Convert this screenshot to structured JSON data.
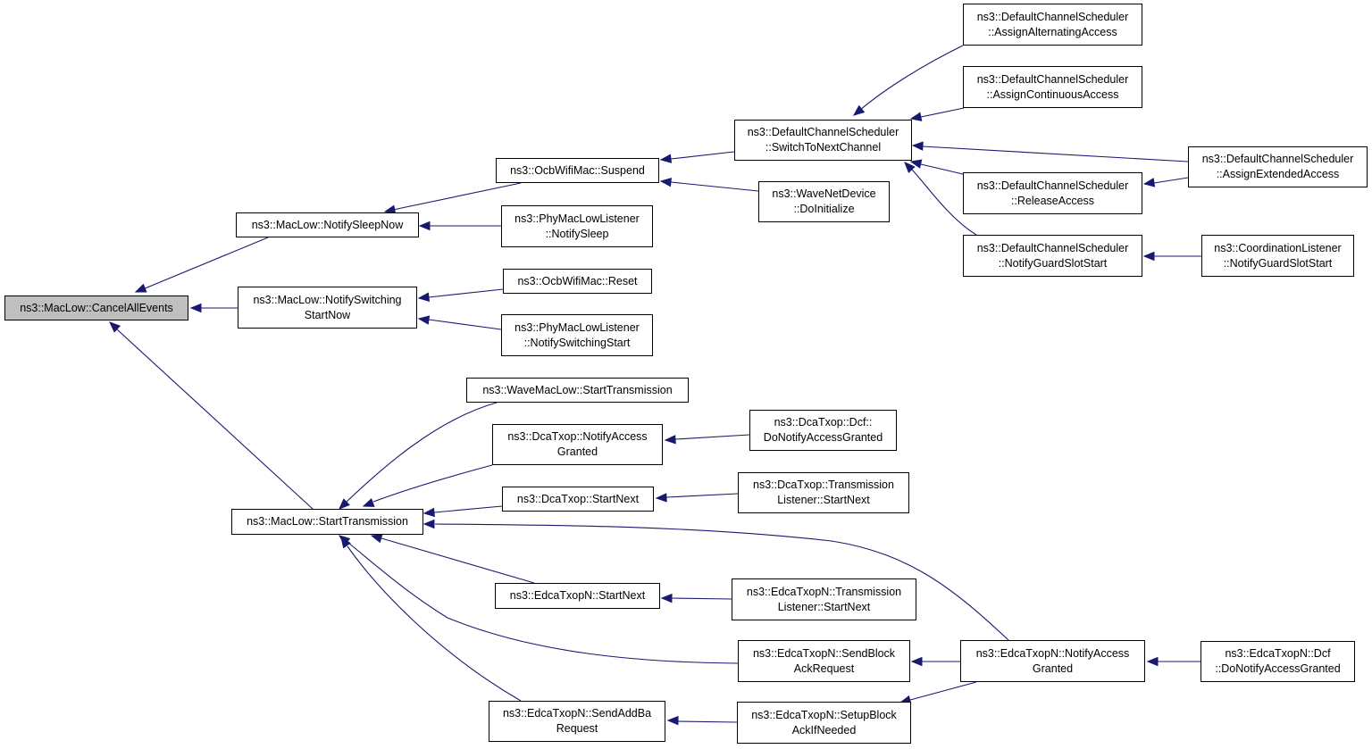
{
  "graph": {
    "nodes": {
      "root": [
        "ns3::MacLow::CancelAllEvents"
      ],
      "notify_sleep_now": [
        "ns3::MacLow::NotifySleepNow"
      ],
      "notify_switching_start_now": [
        "ns3::MacLow::NotifySwitching",
        "StartNow"
      ],
      "start_transmission": [
        "ns3::MacLow::StartTransmission"
      ],
      "ocb_suspend": [
        "ns3::OcbWifiMac::Suspend"
      ],
      "phy_notify_sleep": [
        "ns3::PhyMacLowListener",
        "::NotifySleep"
      ],
      "ocb_reset": [
        "ns3::OcbWifiMac::Reset"
      ],
      "phy_notify_switching_start": [
        "ns3::PhyMacLowListener",
        "::NotifySwitchingStart"
      ],
      "dcs_switch_to_next_channel": [
        "ns3::DefaultChannelScheduler",
        "::SwitchToNextChannel"
      ],
      "wave_do_initialize": [
        "ns3::WaveNetDevice",
        "::DoInitialize"
      ],
      "dcs_assign_alternating": [
        "ns3::DefaultChannelScheduler",
        "::AssignAlternatingAccess"
      ],
      "dcs_assign_continuous": [
        "ns3::DefaultChannelScheduler",
        "::AssignContinuousAccess"
      ],
      "dcs_release_access": [
        "ns3::DefaultChannelScheduler",
        "::ReleaseAccess"
      ],
      "dcs_notify_guard_slot": [
        "ns3::DefaultChannelScheduler",
        "::NotifyGuardSlotStart"
      ],
      "dcs_assign_extended": [
        "ns3::DefaultChannelScheduler",
        "::AssignExtendedAccess"
      ],
      "coord_notify_guard_slot": [
        "ns3::CoordinationListener",
        "::NotifyGuardSlotStart"
      ],
      "wave_maclow_start_tx": [
        "ns3::WaveMacLow::StartTransmission"
      ],
      "dca_notify_access_granted": [
        "ns3::DcaTxop::NotifyAccess",
        "Granted"
      ],
      "dca_start_next": [
        "ns3::DcaTxop::StartNext"
      ],
      "edca_start_next": [
        "ns3::EdcaTxopN::StartNext"
      ],
      "edca_send_block_ack_request": [
        "ns3::EdcaTxopN::SendBlock",
        "AckRequest"
      ],
      "edca_send_add_ba_request": [
        "ns3::EdcaTxopN::SendAddBa",
        "Request"
      ],
      "dca_dcf_do_notify": [
        "ns3::DcaTxop::Dcf::",
        "DoNotifyAccessGranted"
      ],
      "dca_tx_listener_start_next": [
        "ns3::DcaTxop::Transmission",
        "Listener::StartNext"
      ],
      "edca_tx_listener_start_next": [
        "ns3::EdcaTxopN::Transmission",
        "Listener::StartNext"
      ],
      "edca_setup_block_ack": [
        "ns3::EdcaTxopN::SetupBlock",
        "AckIfNeeded"
      ],
      "edca_notify_access_granted": [
        "ns3::EdcaTxopN::NotifyAccess",
        "Granted"
      ],
      "edca_dcf_do_notify": [
        "ns3::EdcaTxopN::Dcf",
        "::DoNotifyAccessGranted"
      ]
    },
    "edges": [
      [
        "notify_sleep_now",
        "root"
      ],
      [
        "notify_switching_start_now",
        "root"
      ],
      [
        "start_transmission",
        "root"
      ],
      [
        "ocb_suspend",
        "notify_sleep_now"
      ],
      [
        "phy_notify_sleep",
        "notify_sleep_now"
      ],
      [
        "ocb_reset",
        "notify_switching_start_now"
      ],
      [
        "phy_notify_switching_start",
        "notify_switching_start_now"
      ],
      [
        "dcs_switch_to_next_channel",
        "ocb_suspend"
      ],
      [
        "wave_do_initialize",
        "ocb_suspend"
      ],
      [
        "dcs_assign_alternating",
        "dcs_switch_to_next_channel"
      ],
      [
        "dcs_assign_continuous",
        "dcs_switch_to_next_channel"
      ],
      [
        "dcs_assign_extended",
        "dcs_switch_to_next_channel"
      ],
      [
        "dcs_release_access",
        "dcs_switch_to_next_channel"
      ],
      [
        "dcs_notify_guard_slot",
        "dcs_switch_to_next_channel"
      ],
      [
        "dcs_assign_extended",
        "dcs_release_access"
      ],
      [
        "coord_notify_guard_slot",
        "dcs_notify_guard_slot"
      ],
      [
        "wave_maclow_start_tx",
        "start_transmission"
      ],
      [
        "dca_notify_access_granted",
        "start_transmission"
      ],
      [
        "dca_start_next",
        "start_transmission"
      ],
      [
        "edca_notify_access_granted",
        "start_transmission"
      ],
      [
        "edca_start_next",
        "start_transmission"
      ],
      [
        "edca_send_block_ack_request",
        "start_transmission"
      ],
      [
        "edca_send_add_ba_request",
        "start_transmission"
      ],
      [
        "dca_dcf_do_notify",
        "dca_notify_access_granted"
      ],
      [
        "dca_tx_listener_start_next",
        "dca_start_next"
      ],
      [
        "edca_tx_listener_start_next",
        "edca_start_next"
      ],
      [
        "edca_notify_access_granted",
        "edca_send_block_ack_request"
      ],
      [
        "edca_setup_block_ack",
        "edca_send_add_ba_request"
      ],
      [
        "edca_notify_access_granted",
        "edca_setup_block_ack"
      ],
      [
        "edca_dcf_do_notify",
        "edca_notify_access_granted"
      ]
    ]
  },
  "colors": {
    "edge": "#191970",
    "root_fill": "#bfbfbf",
    "node_fill": "#ffffff",
    "border": "#000000"
  }
}
